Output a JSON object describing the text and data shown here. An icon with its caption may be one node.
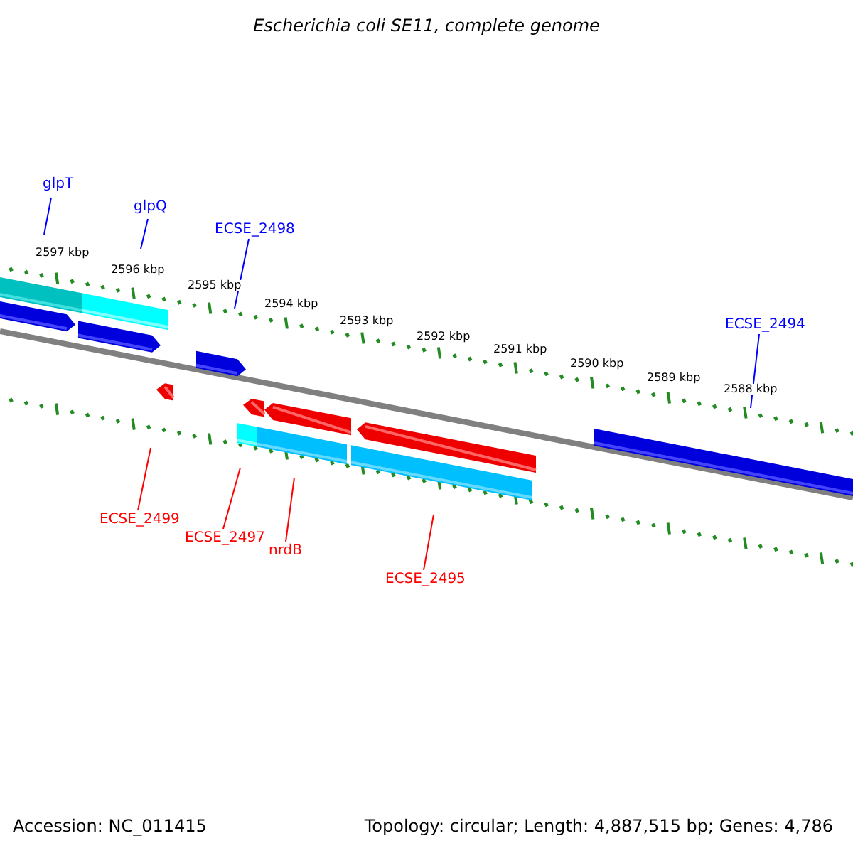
{
  "diagram": {
    "title": "Escherichia coli SE11, complete genome",
    "nodes": [
      {
        "text": [
          "glpT"
        ]
      },
      {
        "text": [
          "glpQ"
        ]
      },
      {
        "text": [
          "ECSE_2498"
        ]
      },
      {
        "text": [
          "ECSE_2494"
        ]
      },
      {
        "text": [
          "ECSE_2499"
        ]
      },
      {
        "text": [
          "ECSE_2497"
        ]
      },
      {
        "text": [
          "nrdB"
        ]
      },
      {
        "text": [
          "ECSE_2495"
        ]
      }
    ],
    "edges": [
      {
        "from": 0,
        "to": null,
        "arrow": "none"
      },
      {
        "from": 1,
        "to": null,
        "arrow": "none"
      },
      {
        "from": 2,
        "to": null,
        "arrow": "none"
      },
      {
        "from": 3,
        "to": null,
        "arrow": "none"
      },
      {
        "from": 4,
        "to": null,
        "arrow": "none",
        "color": "#ff0000"
      },
      {
        "from": 5,
        "to": null,
        "arrow": "none",
        "color": "#ff0000"
      },
      {
        "from": 6,
        "to": null,
        "arrow": "none",
        "color": "#ff0000"
      },
      {
        "from": 7,
        "to": null,
        "arrow": "none",
        "color": "#ff0000"
      }
    ],
    "labels": [
      "2597 kbp",
      "2596 kbp",
      "2595 kbp",
      "2594 kbp",
      "2593 kbp",
      "2592 kbp",
      "2591 kbp",
      "2590 kbp",
      "2589 kbp",
      "2588 kbp",
      "Accession: NC_011415",
      "Topology: circular; Length: 4,887,515 bp; Genes: 4,786"
    ]
  }
}
